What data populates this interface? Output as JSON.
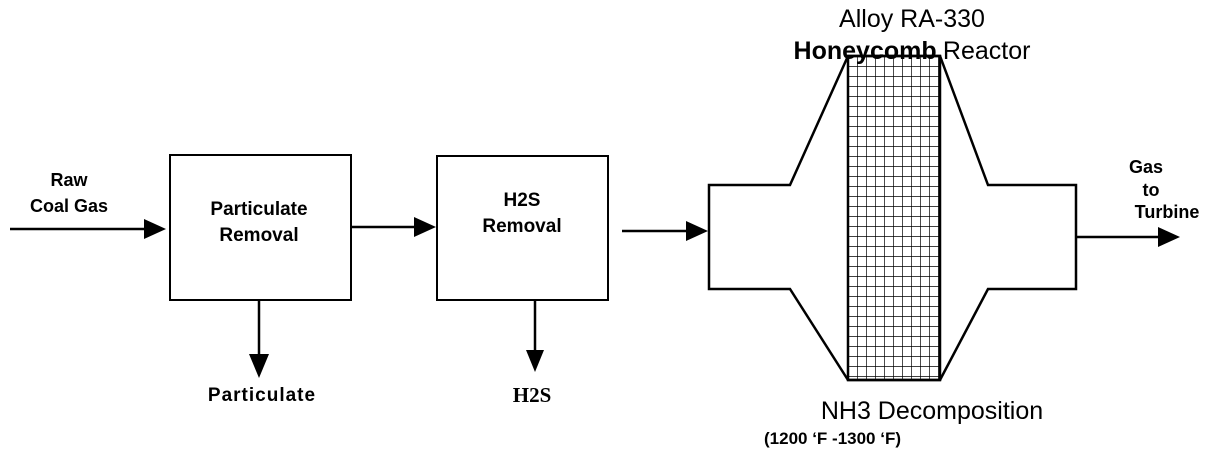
{
  "diagram": {
    "input": {
      "line1": "Raw",
      "line2": "Coal Gas"
    },
    "particulate_box": {
      "line1": "Particulate",
      "line2": "Removal"
    },
    "particulate_output": "Particulate",
    "h2s_box": {
      "line1": "H2S",
      "line2": "Removal"
    },
    "h2s_output": "H2S",
    "reactor": {
      "title_line1": "Alloy RA-330",
      "title_word_bold": "Honeycomb",
      "title_word_plain": "Reactor",
      "caption": "NH3 Decomposition",
      "temperature": "(1200 ‘F -1300 ‘F)"
    },
    "output": {
      "line1": "Gas",
      "line2": "to",
      "line3": "Turbine"
    }
  }
}
